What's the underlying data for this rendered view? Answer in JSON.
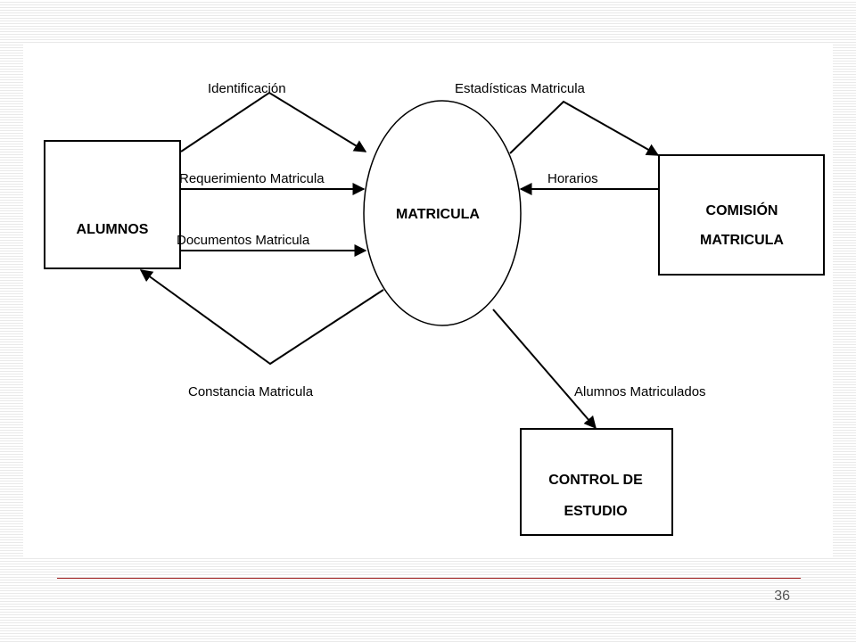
{
  "diagram": {
    "nodes": {
      "alumnos": "ALUMNOS",
      "matricula": "MATRICULA",
      "comision_line1": "COMISIÓN",
      "comision_line2": "MATRICULA",
      "control_line1": "CONTROL DE",
      "control_line2": "ESTUDIO"
    },
    "flows": {
      "identificacion": "Identificación",
      "requerimiento": "Requerimiento Matricula",
      "documentos": "Documentos Matricula",
      "constancia": "Constancia Matricula",
      "estadisticas": "Estadísticas Matricula",
      "horarios": "Horarios",
      "alumnos_matriculados": "Alumnos Matriculados"
    }
  },
  "slide": {
    "page_number": "36"
  },
  "colors": {
    "footer_rule": "#9c1c1c",
    "stroke": "#000000"
  }
}
